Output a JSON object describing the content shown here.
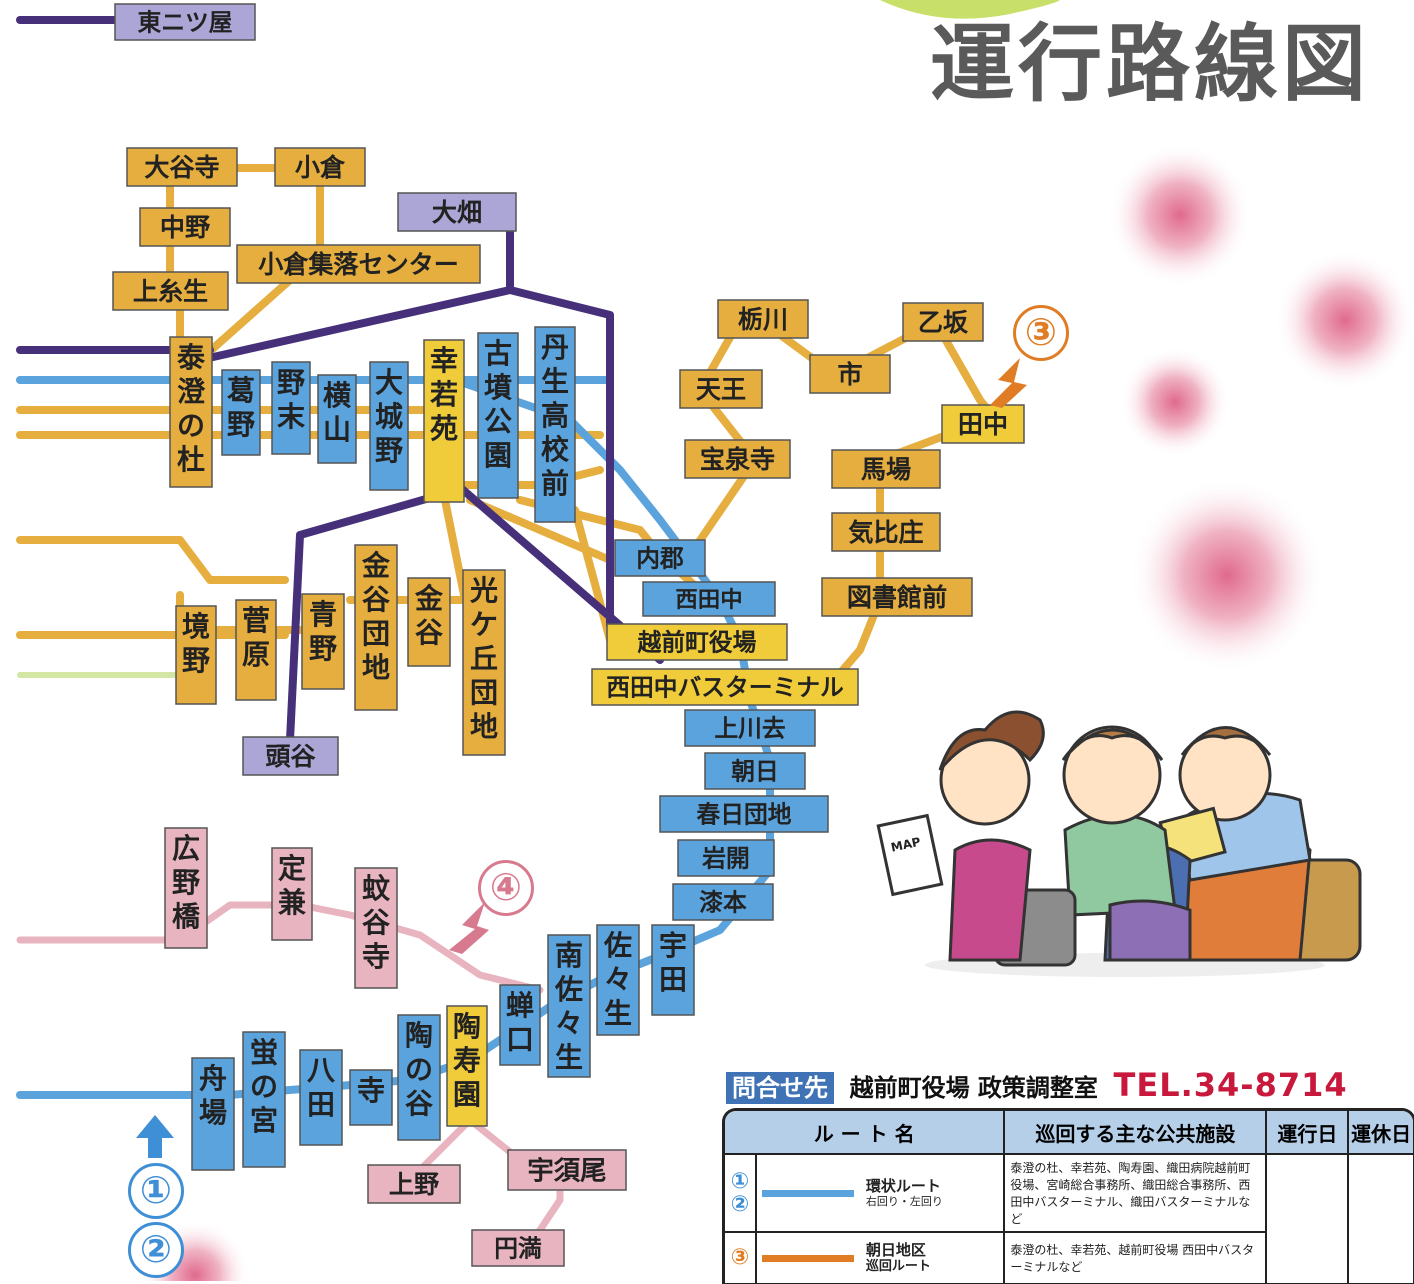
{
  "title": "運行路線図",
  "route_numbers": [
    "①",
    "②",
    "③",
    "④"
  ],
  "colors": {
    "blue": "#5ba3dc",
    "yellow": "#f0cc3a",
    "mustard": "#e5ae3e",
    "purple": "#47307a",
    "pink": "#e8b4c0",
    "lightgreen": "#d4e6a3",
    "lavender": "#aba6d6",
    "orange": "#e07d24"
  },
  "stops": {
    "higashi_futatsuya": "東ニツ屋",
    "oyadera": "大谷寺",
    "ogura": "小倉",
    "nakano": "中野",
    "oobata": "大畑",
    "ogura_center": "小倉集落センター",
    "kamiito": "上糸生",
    "taicho": "泰澄の杜",
    "kuzuno": "葛野",
    "nozue": "野末",
    "yokoyama": "横山",
    "oshirono": "大城野",
    "kojakuen": "幸若苑",
    "kofun_koen": "古墳公園",
    "nyu_hs": "丹生高校前",
    "tochikawa": "栃川",
    "otosaka": "乙坂",
    "ichi": "市",
    "tenno": "天王",
    "tanaka": "田中",
    "hosenji": "宝泉寺",
    "baba": "馬場",
    "kihisho": "気比庄",
    "uchigori": "内郡",
    "toshokan": "図書館前",
    "nishitanaka": "西田中",
    "town_office": "越前町役場",
    "bus_terminal": "西田中バスターミナル",
    "kamikawasa": "上川去",
    "asahi": "朝日",
    "kasuga_danchi": "春日団地",
    "iwakai": "岩開",
    "urushimoto": "漆本",
    "sakaino": "境野",
    "sugawara": "菅原",
    "aono": "青野",
    "kanaya_danchi": "金谷団地",
    "kanaya": "金谷",
    "hikarigaoka": "光ケ丘団地",
    "zuya": "頭谷",
    "hironobashi": "広野橋",
    "sadakane": "定兼",
    "kadanidera": "蚊谷寺",
    "uda": "宇田",
    "sasao": "佐々生",
    "minamisasao": "南佐々生",
    "sesekuchi": "蝉口",
    "toujuen": "陶寿園",
    "tonotani": "陶の谷",
    "tera": "寺",
    "hatta": "八田",
    "hotarunomiya": "蛍の宮",
    "funaba": "舟場",
    "ueno": "上野",
    "usuo": "宇須尾",
    "enman": "円満"
  },
  "contact": {
    "label": "問合せ先",
    "org": "越前町役場 政策調整室",
    "tel": "TEL.34-8714"
  },
  "table": {
    "headers": [
      "ル ー ト 名",
      "巡回する主な公共施設",
      "運行日",
      "運休日"
    ],
    "rows": [
      {
        "nums": "①②",
        "name": "環状ルート",
        "sub": "右回り・左回り",
        "facilities": "泰澄の杜、幸若苑、陶寿園、織田病院越前町役場、宮崎総合事務所、織田総合事務所、西田中バスターミナル、織田バスターミナルなど",
        "color": "#5ba3dc"
      },
      {
        "nums": "③",
        "name": "朝日地区",
        "sub": "巡回ルート",
        "facilities": "泰澄の杜、幸若苑、越前町役場 西田中バスターミナルなど",
        "color": "#e07d24"
      }
    ]
  }
}
